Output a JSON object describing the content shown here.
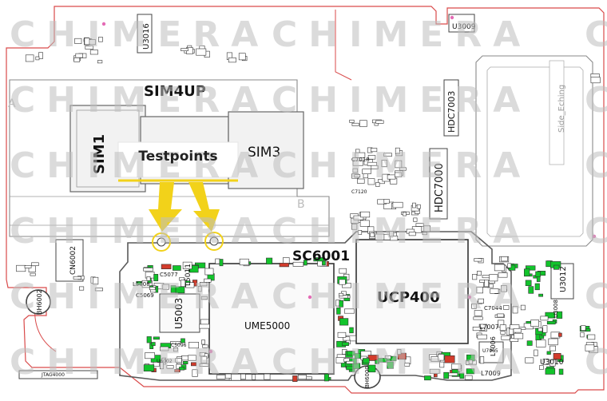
{
  "watermark": {
    "rows": [
      [
        "CHIMERA",
        "CHIMERA",
        "C"
      ],
      [
        "CHIMERA",
        "CHIMERA",
        "C"
      ],
      [
        "CHIMERA",
        "CHIMERA",
        "C"
      ],
      [
        "CHIMERA",
        "CHIMERA",
        "C"
      ],
      [
        "CHIMERA",
        "CHIMERA",
        "C"
      ],
      [
        "CHIMERA",
        "CHIMERA",
        "C"
      ]
    ]
  },
  "callout": {
    "label": "Testpoints",
    "arrow_color": "#f2d21a"
  },
  "labels": {
    "sim4up": "SIM4UP",
    "sim1": "SIM1",
    "sim3": "SIM3",
    "sc6001": "SC6001",
    "ucp400": "UCP400",
    "ume5000": "UME5000",
    "hdc7000": "HDC7000",
    "hdc7003": "HDC7003",
    "u3016": "U3016",
    "u3009": "U3009",
    "u3012": "U3012",
    "u3010": "U3010",
    "u5003": "U5003",
    "l5011": "L5011",
    "l5008": "L5008",
    "c5077": "C5077",
    "c5069": "C5069",
    "cn6002": "CN6002",
    "bh6002": "BH6002",
    "bh6000": "BH6000",
    "jtag4000": "JTAG4000",
    "side_eching": "Side_Eching",
    "l7007": "L7007",
    "l7006": "L7006",
    "l7009": "L7009",
    "u7005": "U7005",
    "c7044": "C7044",
    "c7018": "C7018",
    "c7120": "C7120",
    "u3008": "U3008",
    "c5096": "C5096",
    "u6002": "U6002",
    "side_a": "A",
    "side_b": "B"
  },
  "colors": {
    "outline": "#d94a4a",
    "shield": "#7a7a7a",
    "green": "#12c42b",
    "red_pad": "#d23c2c",
    "pink_dot": "#e46bb5"
  }
}
